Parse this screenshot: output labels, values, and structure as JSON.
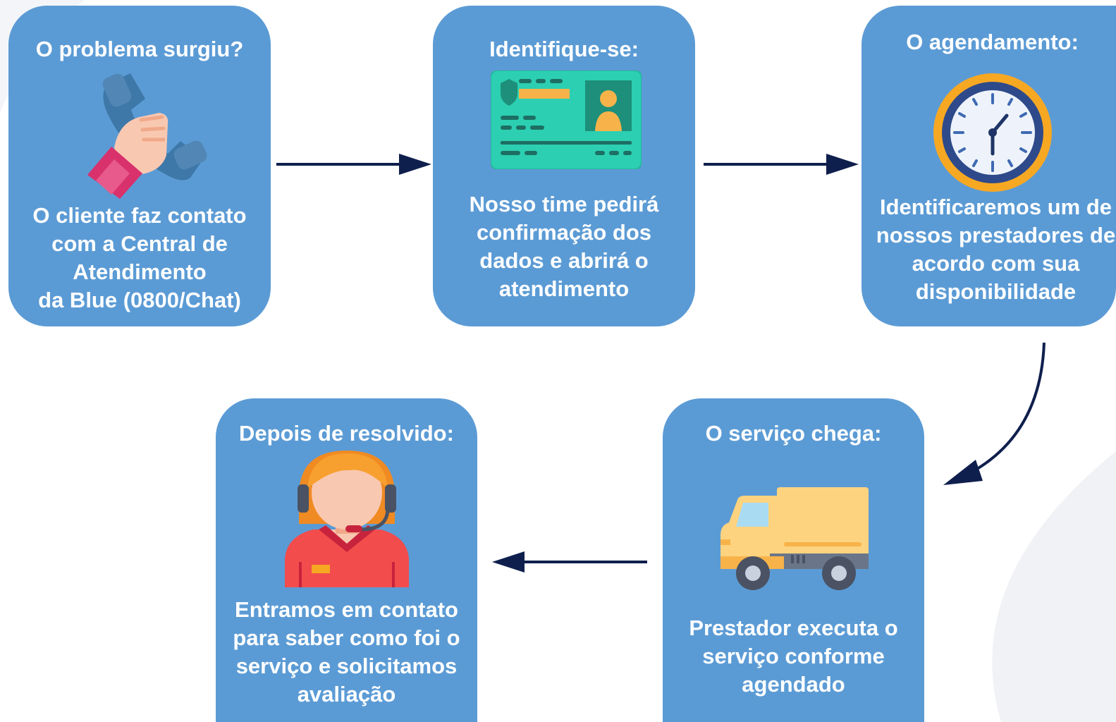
{
  "colors": {
    "card_fill": "#5b9bd5",
    "card_text": "#ffffff",
    "arrow": "#0f1f4d"
  },
  "steps": [
    {
      "title": "O problema surgiu?",
      "icon": "phone-handset-icon",
      "body": "O cliente faz contato\ncom a Central de\nAtendimento\nda Blue (0800/Chat)"
    },
    {
      "title": "Identifique-se:",
      "icon": "id-card-icon",
      "body": "Nosso time pedirá\nconfirmação dos\ndados e abrirá o\natendimento"
    },
    {
      "title": "O agendamento:",
      "icon": "clock-icon",
      "body": "Identificaremos um de\nnossos prestadores de\nacordo com sua\ndisponibilidade"
    },
    {
      "title": "O serviço chega:",
      "icon": "truck-icon",
      "body": "Prestador executa o\nserviço conforme\nagendado"
    },
    {
      "title": "Depois de resolvido:",
      "icon": "support-agent-icon",
      "body": "Entramos em contato\npara saber como foi o\nserviço e solicitamos\navaliação"
    }
  ]
}
